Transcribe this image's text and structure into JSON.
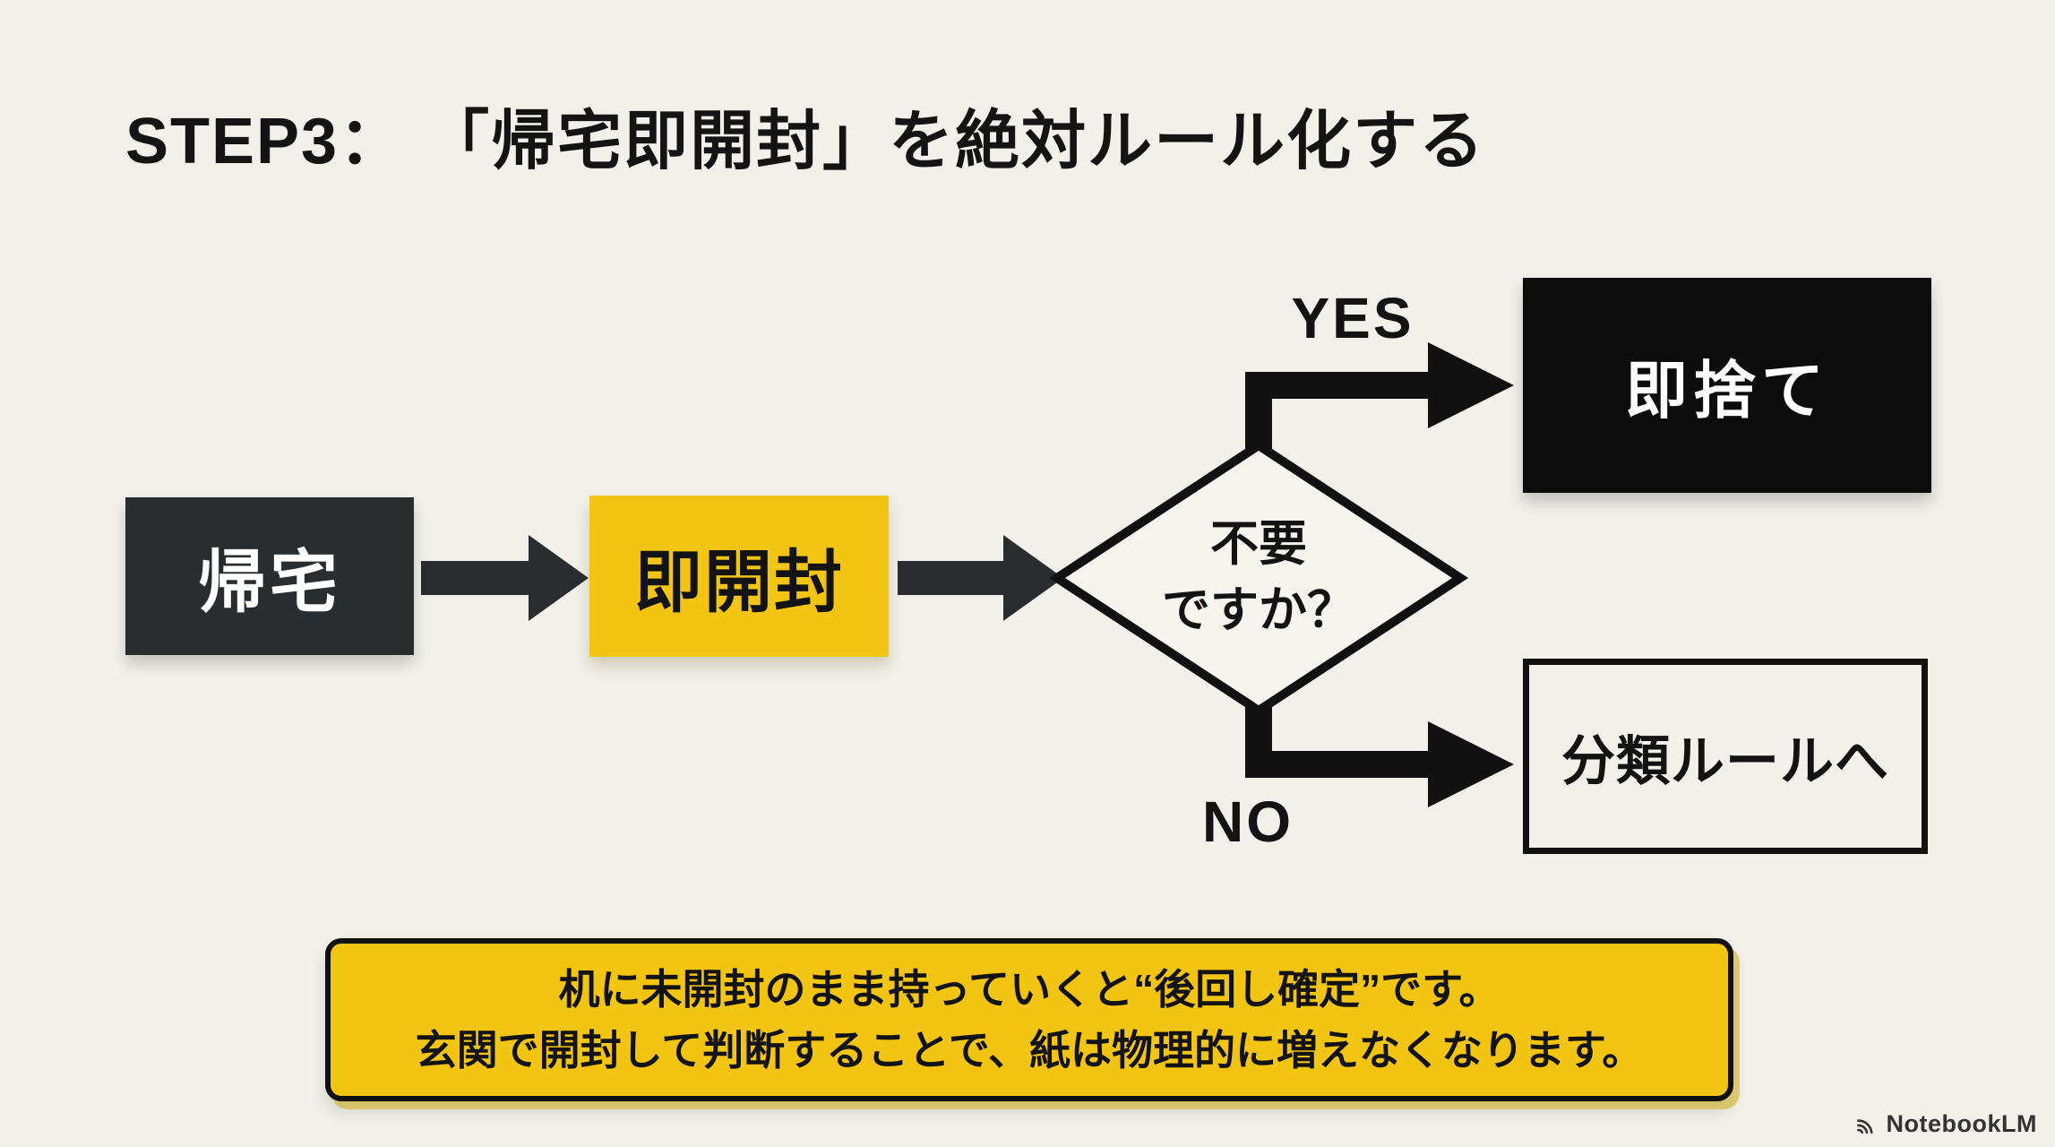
{
  "title": "STEP3： 「帰宅即開封」を絶対ルール化する",
  "flow": {
    "home": "帰宅",
    "open": "即開封",
    "decision": {
      "line1": "不要",
      "line2": "ですか？"
    },
    "yes": "YES",
    "no": "NO",
    "discard": "即捨て",
    "classify": "分類ルールへ"
  },
  "note": {
    "line1": "机に未開封のまま持っていくと“後回し確定”です。",
    "line2": "玄関で開封して判断することで、紙は物理的に増えなくなります。"
  },
  "brand": "NotebookLM",
  "colors": {
    "background": "#f1f0ea",
    "accent_yellow": "#f2c513",
    "dark_charcoal": "#2a2d2f",
    "black": "#0c0c0c",
    "text": "#131313"
  }
}
